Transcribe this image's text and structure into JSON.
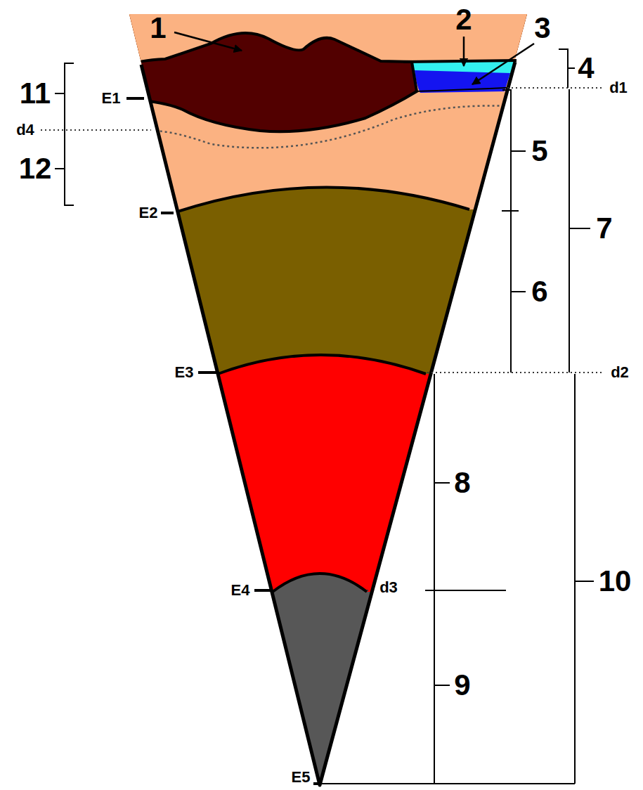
{
  "diagram": {
    "labels": [
      "1",
      "2",
      "3",
      "4",
      "11",
      "E1",
      "d1",
      "d4",
      "5",
      "12",
      "7",
      "E2",
      "6",
      "E3",
      "d2",
      "8",
      "E4",
      "d3",
      "10",
      "9",
      "E5"
    ]
  }
}
